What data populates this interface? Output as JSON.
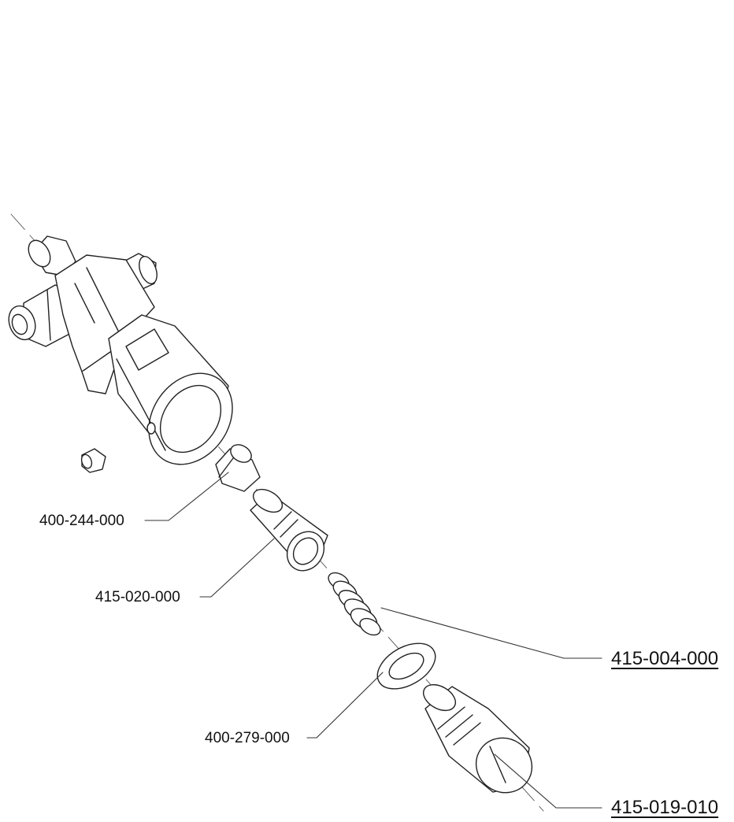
{
  "parts": [
    {
      "id": "p1",
      "number": "400-244-000",
      "emphasis": false
    },
    {
      "id": "p2",
      "number": "415-020-000",
      "emphasis": false
    },
    {
      "id": "p3",
      "number": "415-004-000",
      "emphasis": true
    },
    {
      "id": "p4",
      "number": "400-279-000",
      "emphasis": false
    },
    {
      "id": "p5",
      "number": "415-019-010",
      "emphasis": true
    }
  ]
}
